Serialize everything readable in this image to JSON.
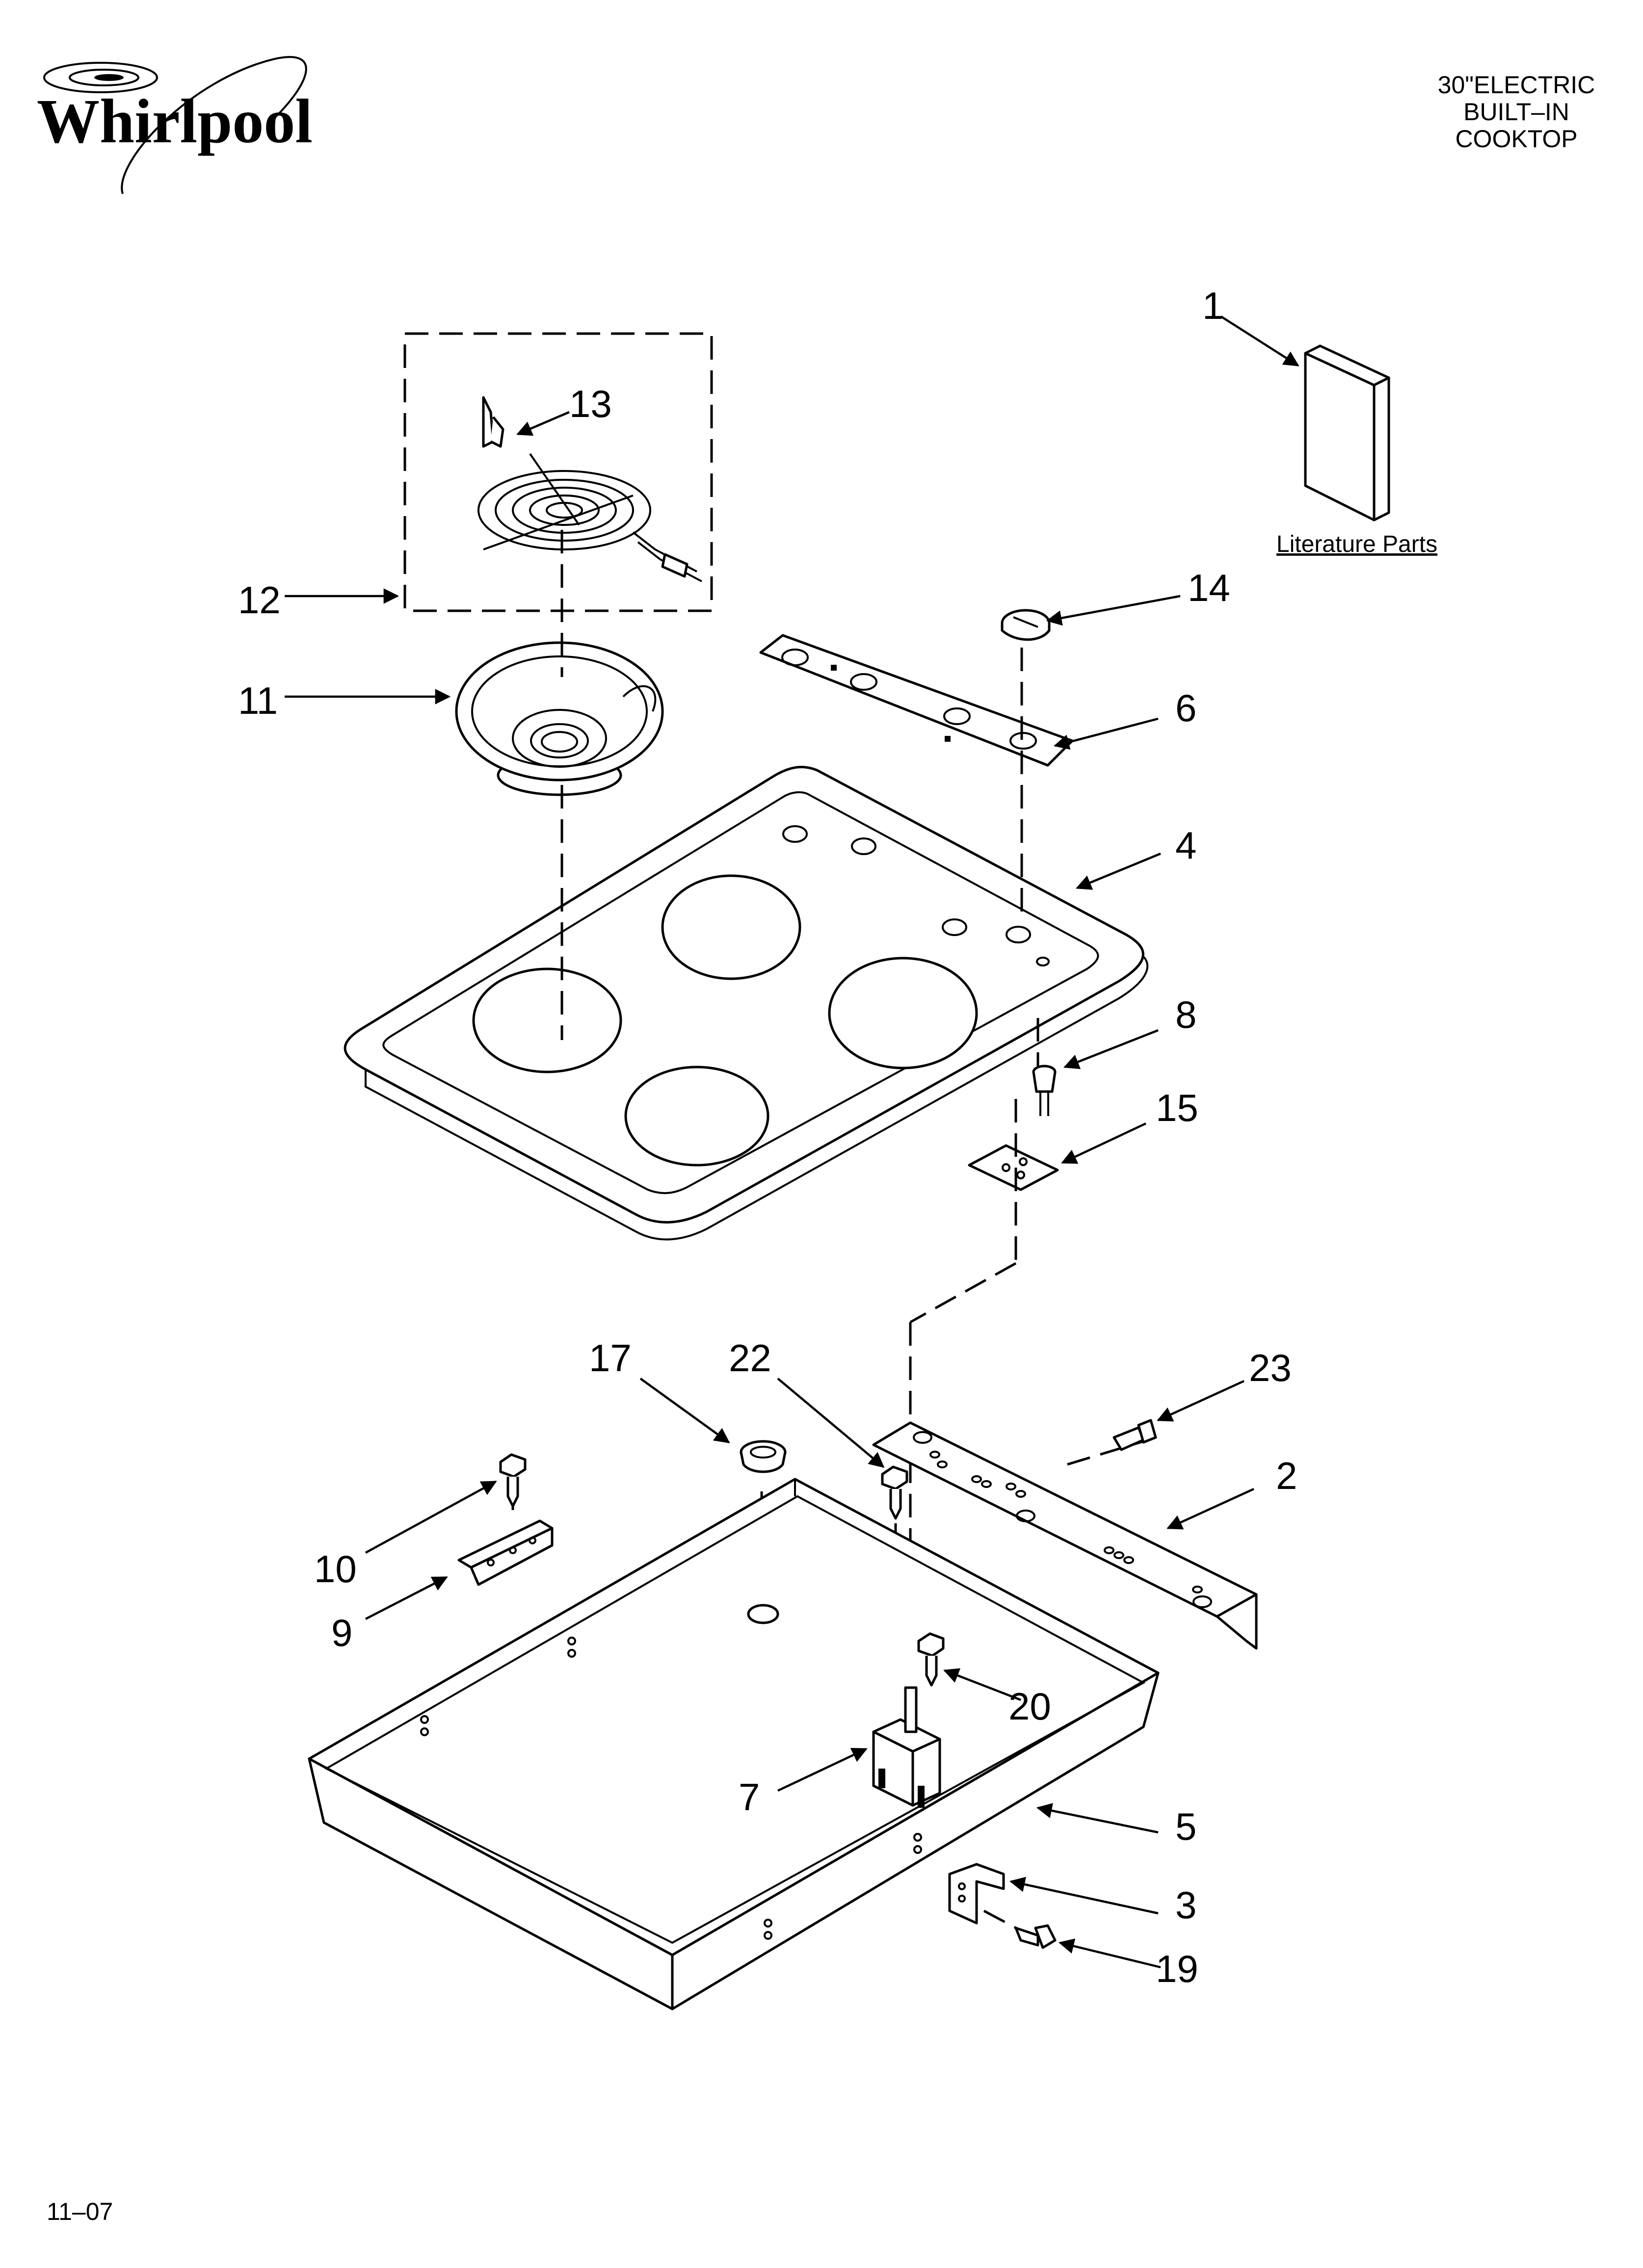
{
  "brand": "Whirlpool",
  "title_lines": [
    "30\"ELECTRIC",
    "BUILT–IN",
    "COOKTOP"
  ],
  "literature_label": "Literature Parts",
  "date_code": "11–07",
  "callouts": [
    "1",
    "2",
    "3",
    "4",
    "5",
    "6",
    "7",
    "8",
    "9",
    "10",
    "11",
    "12",
    "13",
    "14",
    "15",
    "17",
    "19",
    "20",
    "22",
    "23"
  ]
}
